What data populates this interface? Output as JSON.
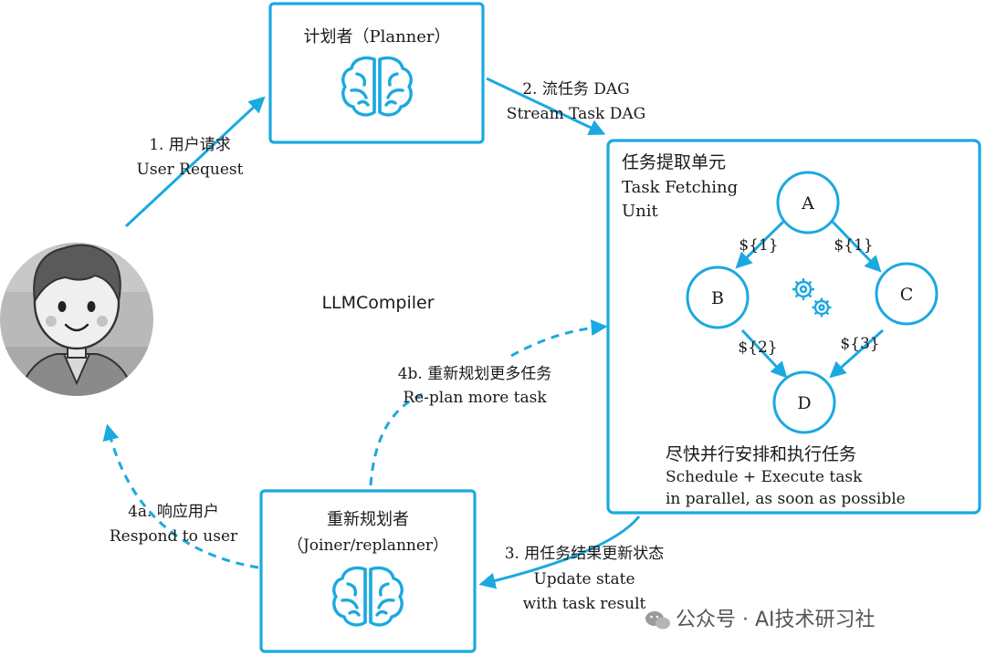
{
  "diagram": {
    "center_label": "LLMCompiler",
    "planner": {
      "title": "计划者（Planner）",
      "icon": "brain-icon"
    },
    "task_fetching_unit": {
      "title_zh": "任务提取单元",
      "title_en_line1": "Task Fetching",
      "title_en_line2": "Unit",
      "nodes": [
        "A",
        "B",
        "C",
        "D"
      ],
      "edge_labels": {
        "a_to_b": "${1}",
        "a_to_c": "${1}",
        "b_to_d": "${2}",
        "c_to_d": "${3}"
      },
      "footer_zh": "尽快并行安排和执行任务",
      "footer_en_line1": "Schedule + Execute task",
      "footer_en_line2": "in parallel, as soon as possible",
      "icon": "gears-icon"
    },
    "joiner": {
      "title_zh": "重新规划者",
      "title_en": "（Joiner/replanner）",
      "icon": "brain-icon"
    },
    "user": {
      "icon": "user-avatar-icon"
    },
    "steps": {
      "step1_zh": "1. 用户请求",
      "step1_en": "User Request",
      "step2_zh": "2. 流任务 DAG",
      "step2_en": "Stream Task DAG",
      "step3_zh": "3. 用任务结果更新状态",
      "step3_en_line1": "Update state",
      "step3_en_line2": "with task result",
      "step4a_zh": "4a. 响应用户",
      "step4a_en": "Respond to user",
      "step4b_zh": "4b. 重新规划更多任务",
      "step4b_en": "Re-plan more task"
    },
    "watermark": "公众号 · AI技术研习社",
    "colors": {
      "accent": "#1ba9e0",
      "text": "#1a1a1a",
      "avatar_gray": "#b8b8b8"
    }
  }
}
